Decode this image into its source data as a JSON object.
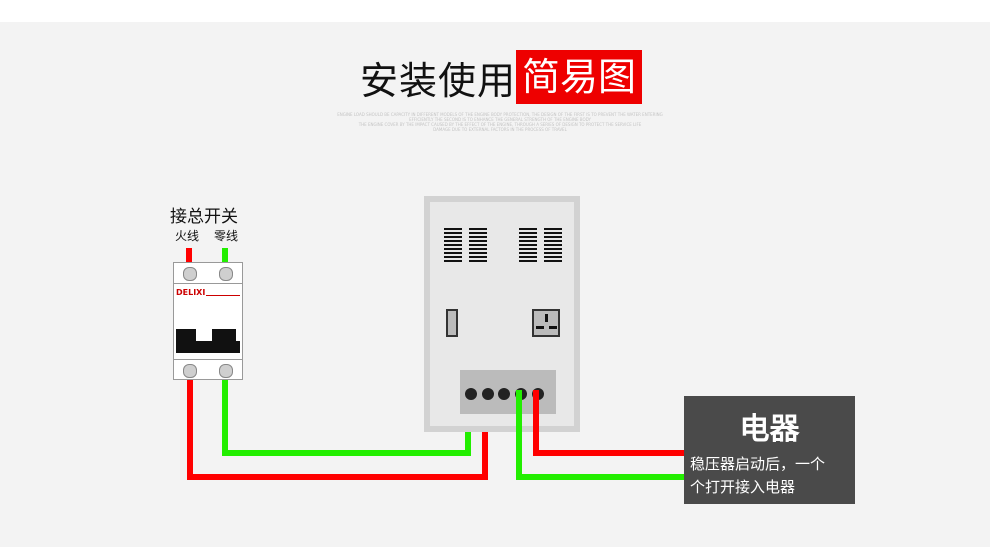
{
  "title": {
    "plain": "安装使用",
    "highlight": "简易图"
  },
  "fine_print": [
    "ENGINE LOAD SHOULD BE CAPACITY IN DIFFERENT MODELS OF THE ENGINE BODY PROTECTION, THE DESIGN OF THE FIRST IS TO PREVENT THE WATER ENTERING",
    "EFFICIENTLY THE SECOND IS TO ENHANCE THE GENERAL STRENGTH OF THE ENGINE BODY",
    "THE ENGINE COVER BY THE IMPACT CAUSED BY THE EFFECT OF THE ENGINE, THROUGH A SERIES OF DESIGN TO PROTECT THE SERVICE LIFE",
    "DAMAGE DUE TO EXTERNAL FACTORS IN THE PROCESS OF TRAVEL"
  ],
  "breaker": {
    "heading": "接总开关",
    "live_label": "火线",
    "neutral_label": "零线",
    "brand": "DELIXI"
  },
  "appliance": {
    "title": "电器",
    "note_line1": "稳压器启动后，一个",
    "note_line2": "个打开接入电器"
  },
  "colors": {
    "live": "#ff0000",
    "neutral": "#22ee00",
    "accent": "#ee0000",
    "box": "#4a4a4a"
  }
}
